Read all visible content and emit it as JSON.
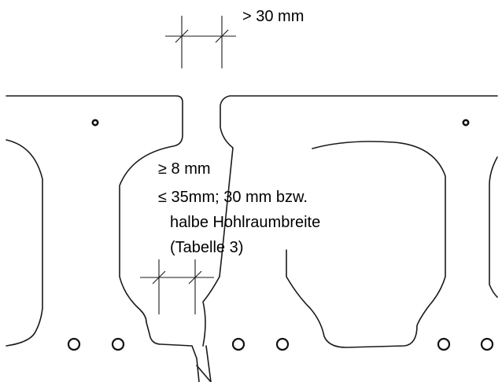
{
  "labels": {
    "top_dimension": "> 30 mm",
    "min_thickness": "≥ 8 mm",
    "max_thickness_line1": "≤ 35mm; 30 mm bzw.",
    "max_thickness_line2": "halbe Hohlraumbreite",
    "max_thickness_line3": "(Tabelle 3)"
  },
  "colors": {
    "line": "#1a1a1a",
    "background": "#ffffff"
  }
}
